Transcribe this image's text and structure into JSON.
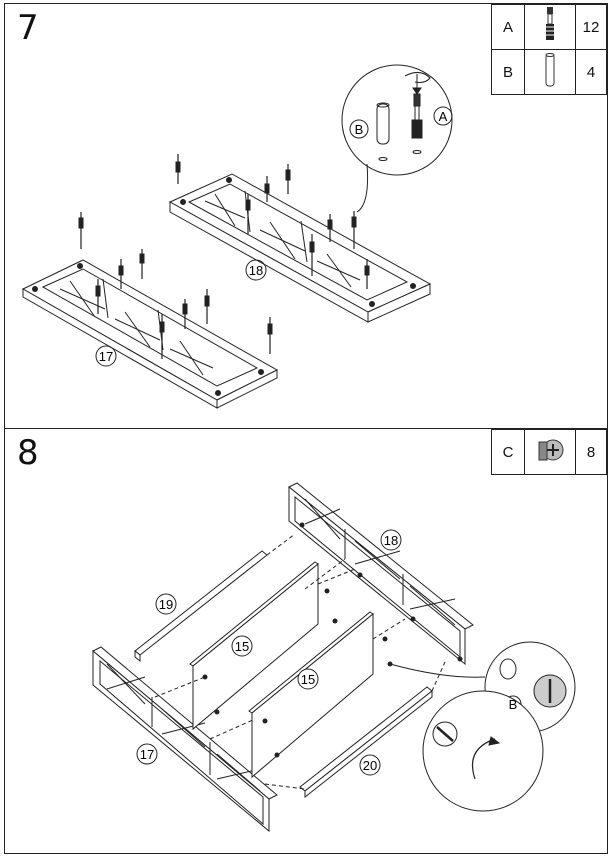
{
  "step7": {
    "number": "7",
    "parts": [
      {
        "letter": "A",
        "icon": "cam-bolt-icon",
        "qty": "12"
      },
      {
        "letter": "B",
        "icon": "wooden-dowel-icon",
        "qty": "4"
      }
    ],
    "labels": {
      "frame_front": "17",
      "frame_back": "18",
      "callout_b": "B",
      "callout_a": "A"
    }
  },
  "step8": {
    "number": "8",
    "parts": [
      {
        "letter": "C",
        "icon": "cam-lock-icon",
        "qty": "8"
      }
    ],
    "labels": {
      "front_frame": "17",
      "back_frame": "18",
      "slat_left": "19",
      "slat_right": "20",
      "panel_a": "15",
      "panel_b": "15",
      "callout_b": "B"
    }
  }
}
